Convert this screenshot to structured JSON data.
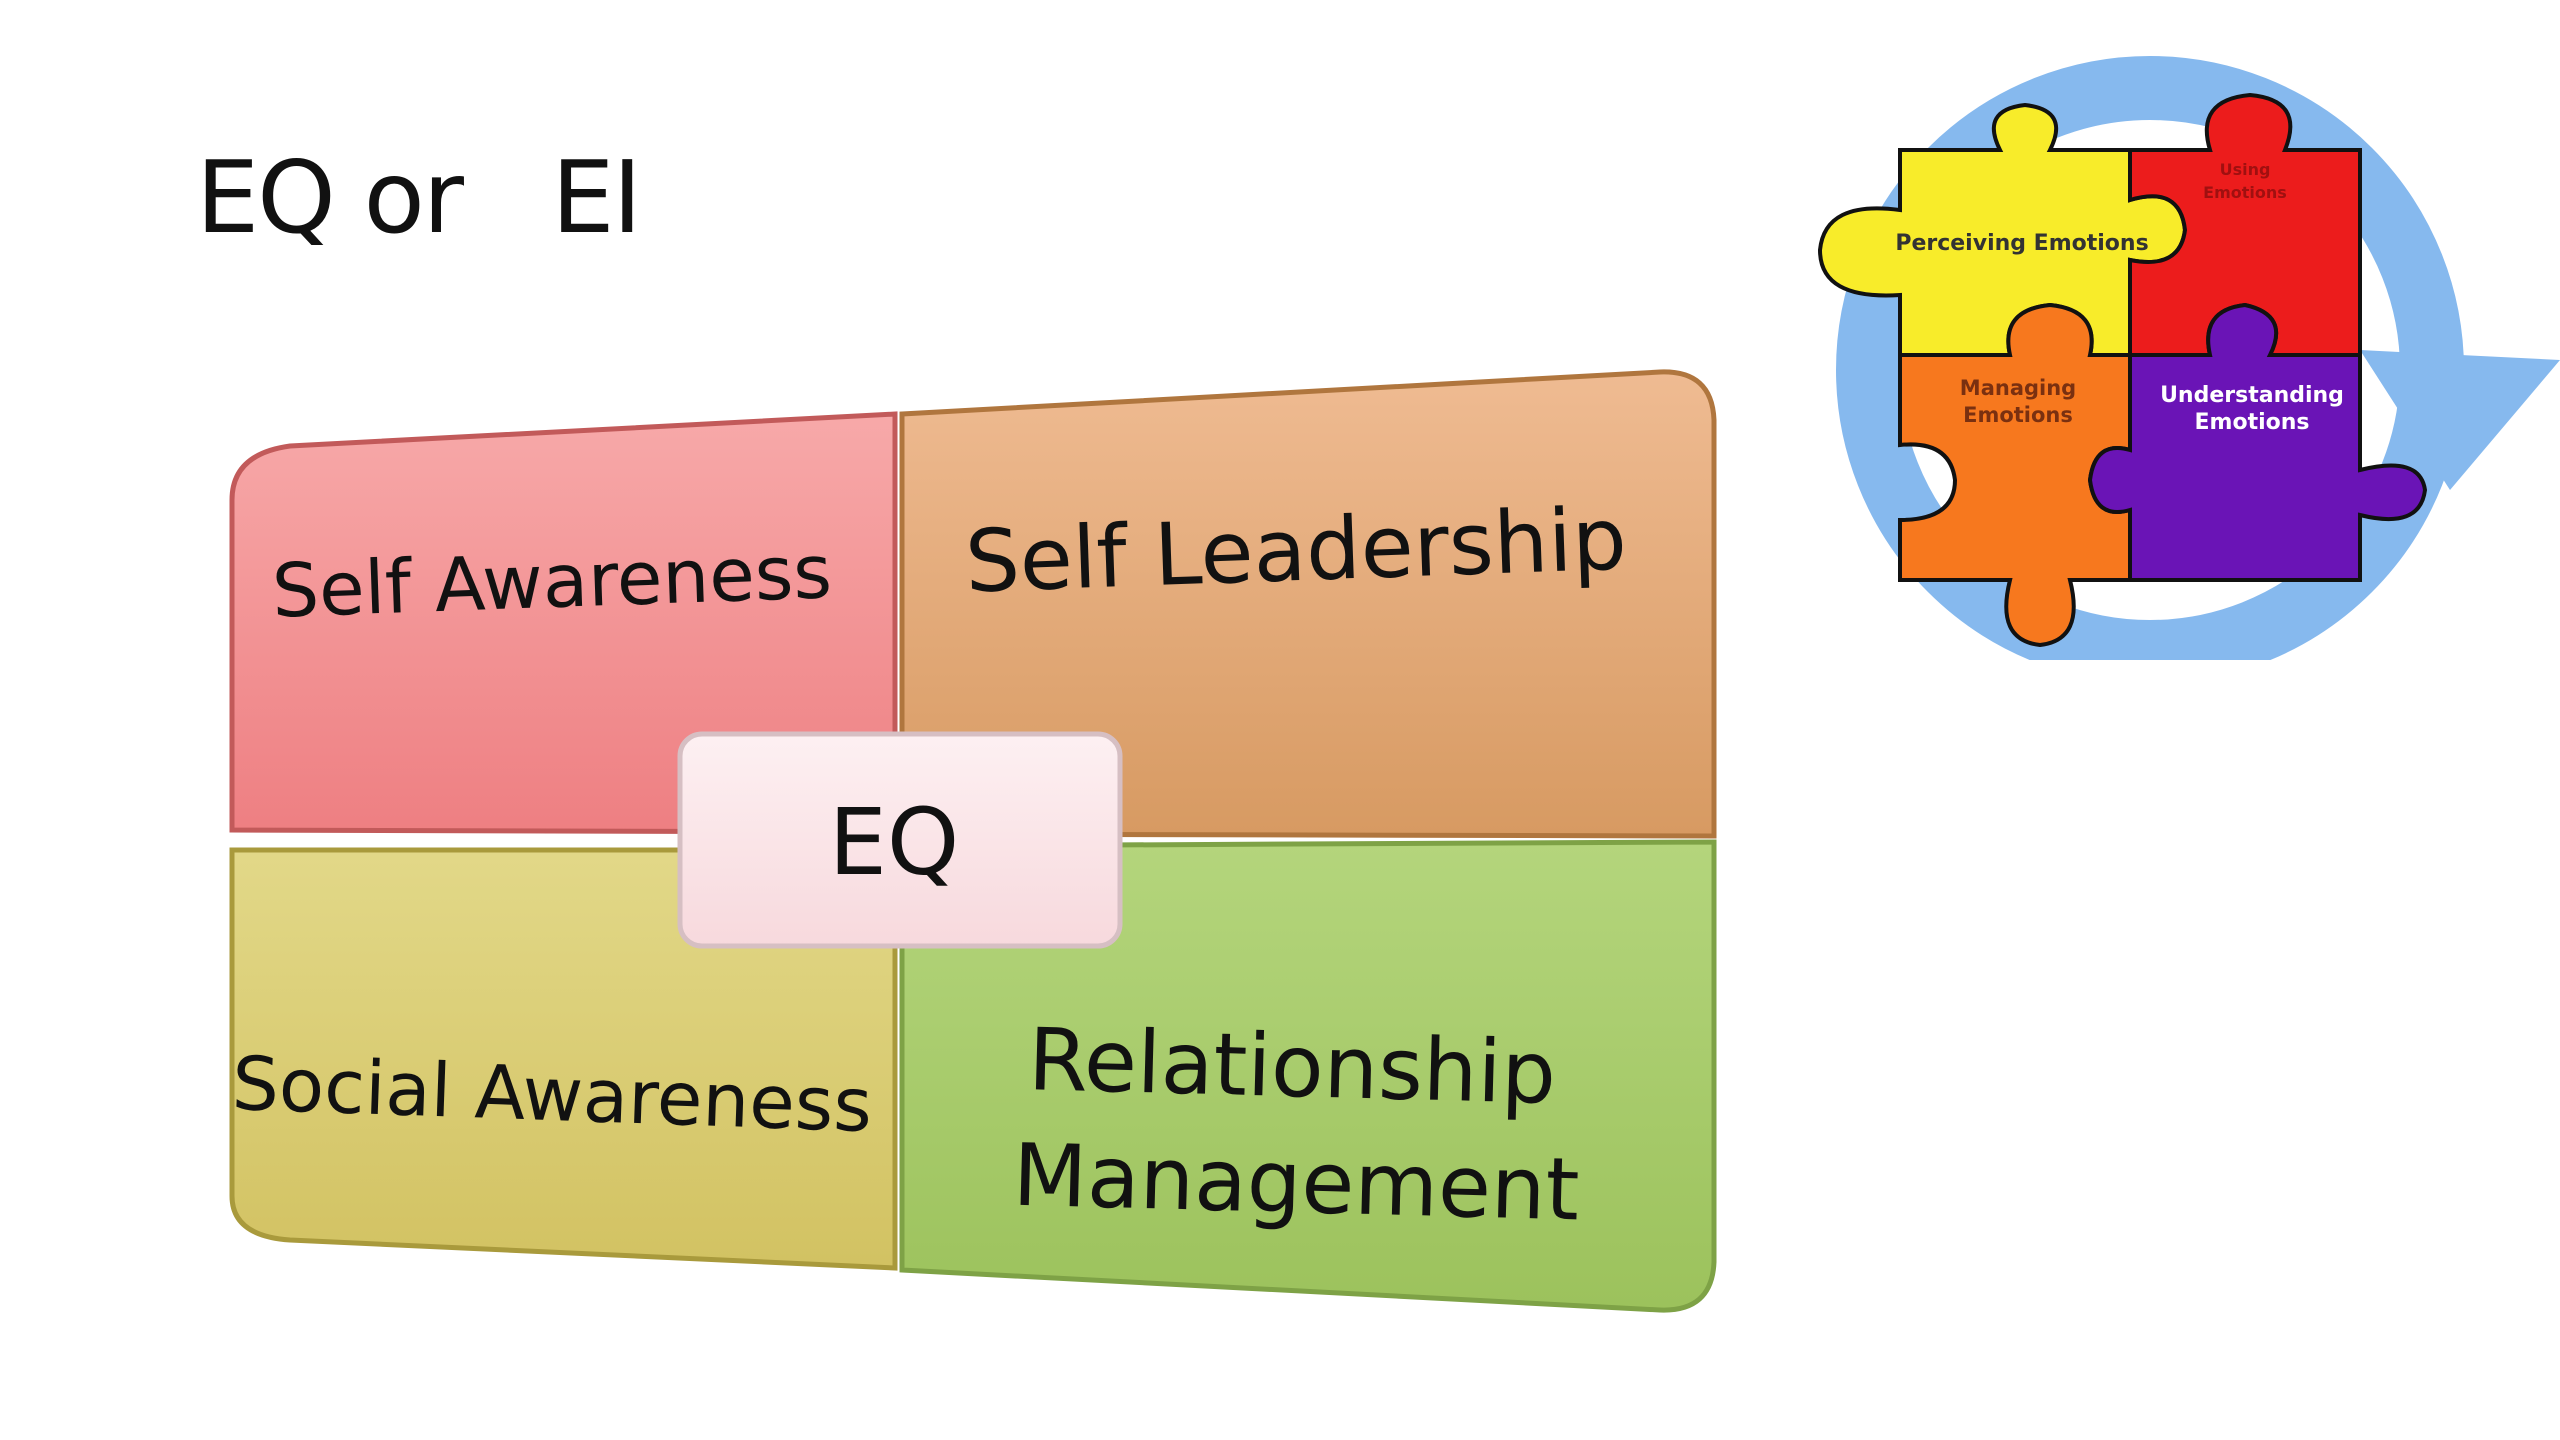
{
  "slide": {
    "title": "EQ or   EI"
  },
  "quadrant": {
    "center_label": "EQ",
    "cells": {
      "top_left": "Self Awareness",
      "top_right": "Self Leadership",
      "bottom_left": "Social Awareness",
      "bottom_right_line1": "Relationship",
      "bottom_right_line2": "Management"
    },
    "colors": {
      "top_left": "#f48e8e",
      "top_right": "#dfa06a",
      "bottom_left": "#d8cb6c",
      "bottom_right": "#a8c96a",
      "center_box": "#fbe3e6"
    }
  },
  "puzzle": {
    "labels": {
      "perceiving": "Perceiving Emotions",
      "using_line1": "Using",
      "using_line2": "Emotions",
      "managing_line1": "Managing",
      "managing_line2": "Emotions",
      "understanding_line1": "Understanding",
      "understanding_line2": "Emotions"
    },
    "colors": {
      "ring": "#7ab0ea",
      "perceiving": "#f8ec2a",
      "using": "#ec1c1c",
      "managing": "#f7781e",
      "understanding": "#6a14b6"
    }
  }
}
